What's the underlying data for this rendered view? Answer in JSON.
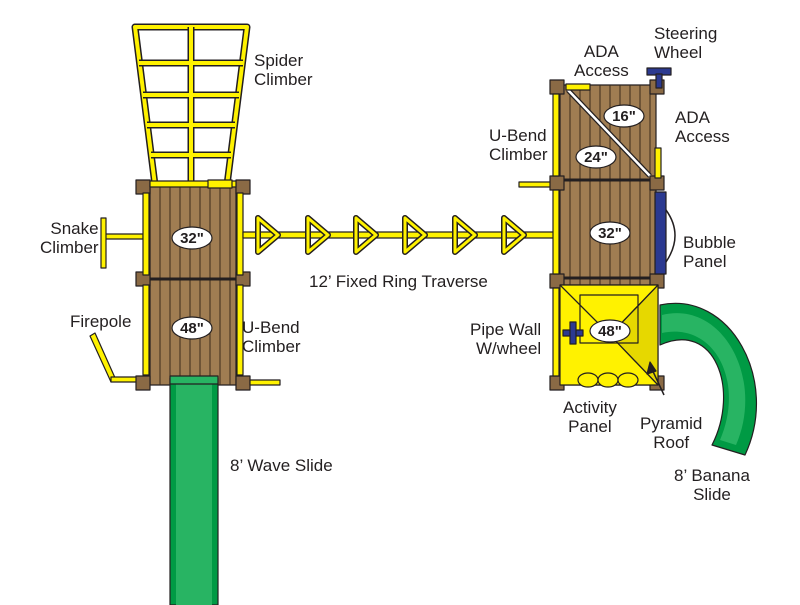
{
  "colors": {
    "wood": "#a07d52",
    "wood_dark": "#3b2a1a",
    "post": "#8a6a45",
    "yellow": "#fff200",
    "outline": "#231f20",
    "slide_green": "#009a44",
    "slide_light": "#28b463",
    "blue": "#2b3990",
    "height_oval": "#ffffff"
  },
  "left_tower": {
    "heights": [
      "32\"",
      "48\""
    ]
  },
  "right_tower": {
    "heights": [
      "16\"",
      "24\"",
      "32\"",
      "48\""
    ]
  },
  "labels": {
    "spider_climber": "Spider\nClimber",
    "snake_climber": "Snake\nClimber",
    "firepole": "Firepole",
    "ubend_left": "U-Bend\nClimber",
    "wave_slide": "8’ Wave Slide",
    "ring_traverse": "12’ Fixed Ring Traverse",
    "ada_access_top": "ADA\nAccess",
    "steering_wheel": "Steering\nWheel",
    "ubend_right": "U-Bend\nClimber",
    "ada_access_right": "ADA\nAccess",
    "bubble_panel": "Bubble\nPanel",
    "pipe_wall": "Pipe Wall\nW/wheel",
    "activity_panel": "Activity\nPanel",
    "pyramid_roof": "Pyramid\nRoof",
    "banana_slide": "8’ Banana\nSlide"
  }
}
